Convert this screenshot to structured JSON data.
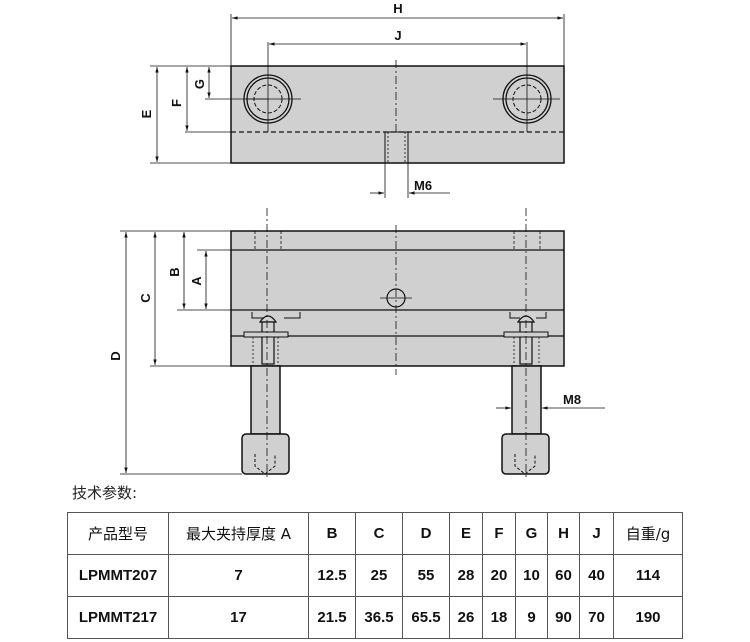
{
  "drawing": {
    "top_view_labels": {
      "H": "H",
      "J": "J",
      "E": "E",
      "F": "F",
      "G": "G",
      "thread": "M6"
    },
    "front_view_labels": {
      "A": "A",
      "B": "B",
      "C": "C",
      "D": "D",
      "thread": "M8"
    },
    "fill_color": "#d0d0d0",
    "line_color": "#111111"
  },
  "spec_title": "技术参数:",
  "table": {
    "headers": [
      "产品型号",
      "最大夹持厚度 A",
      "B",
      "C",
      "D",
      "E",
      "F",
      "G",
      "H",
      "J",
      "自重/g"
    ],
    "rows": [
      [
        "LPMMT207",
        "7",
        "12.5",
        "25",
        "55",
        "28",
        "20",
        "10",
        "60",
        "40",
        "114"
      ],
      [
        "LPMMT217",
        "17",
        "21.5",
        "36.5",
        "65.5",
        "26",
        "18",
        "9",
        "90",
        "70",
        "190"
      ]
    ]
  }
}
